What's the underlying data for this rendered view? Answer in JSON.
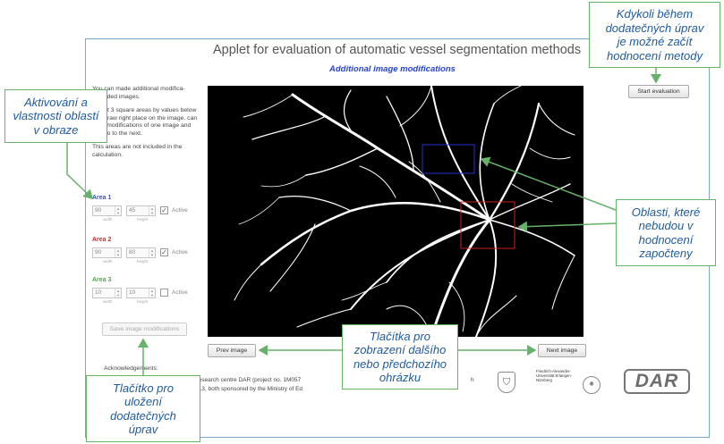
{
  "applet": {
    "title": "Applet for evaluation of automatic vessel segmentation methods",
    "subtitle": "Additional image modifications",
    "intro": [
      "You can made additional modifica- uploaded images.",
      "Select 3 square areas by values below and draw right place on the image. can save modifications of one image and can go to the next.",
      "This areas are not included in the calculation."
    ],
    "start_button": "Start evaluation",
    "prev_button": "Prev image",
    "next_button": "Next image",
    "save_button": "Save image modifications",
    "acknowledgements_title": "Acknowledgements:",
    "ack_line1": "by the research centre DAR (project no. 1M057",
    "ack_line1_tail": "h",
    "ack_line2": "21630513, both sponsored by the Ministry of Ed",
    "logo_fau_text": "Friedrich-Alexander-Universität Erlangen-Nürnberg",
    "logo_dar_text": "DAR"
  },
  "areas": [
    {
      "title": "Area 1",
      "color": "#3a55c8",
      "width": "90",
      "height": "45",
      "active": true,
      "width_label": "width",
      "height_label": "height",
      "active_label": "Active"
    },
    {
      "title": "Area 2",
      "color": "#d42a2a",
      "width": "90",
      "height": "80",
      "active": true,
      "width_label": "width",
      "height_label": "height",
      "active_label": "Active"
    },
    {
      "title": "Area 3",
      "color": "#4aa84a",
      "width": "10",
      "height": "10",
      "active": false,
      "width_label": "width",
      "height_label": "height",
      "active_label": "Active"
    }
  ],
  "callouts": {
    "areas_settings": "Aktivování a\nvlastnosti oblastí\nv obraze",
    "start_info": "Kdykoli během\ndodatečných úprav\nje možné začít\nhodnocení metody",
    "excluded": "Oblasti, které\nnebudou v\nhodnocení\nzapočteny",
    "navigation": "Tlačítka pro\nzobrazení dalšího\nnebo předchozího\nohrázku",
    "save": "Tlačítko pro\nuložení\ndodatečných\núprav"
  },
  "colors": {
    "callout_border": "#66b26a",
    "callout_text": "#1e5a9c",
    "area1_rect": "#2233cc",
    "area2_rect": "#cc2222"
  }
}
